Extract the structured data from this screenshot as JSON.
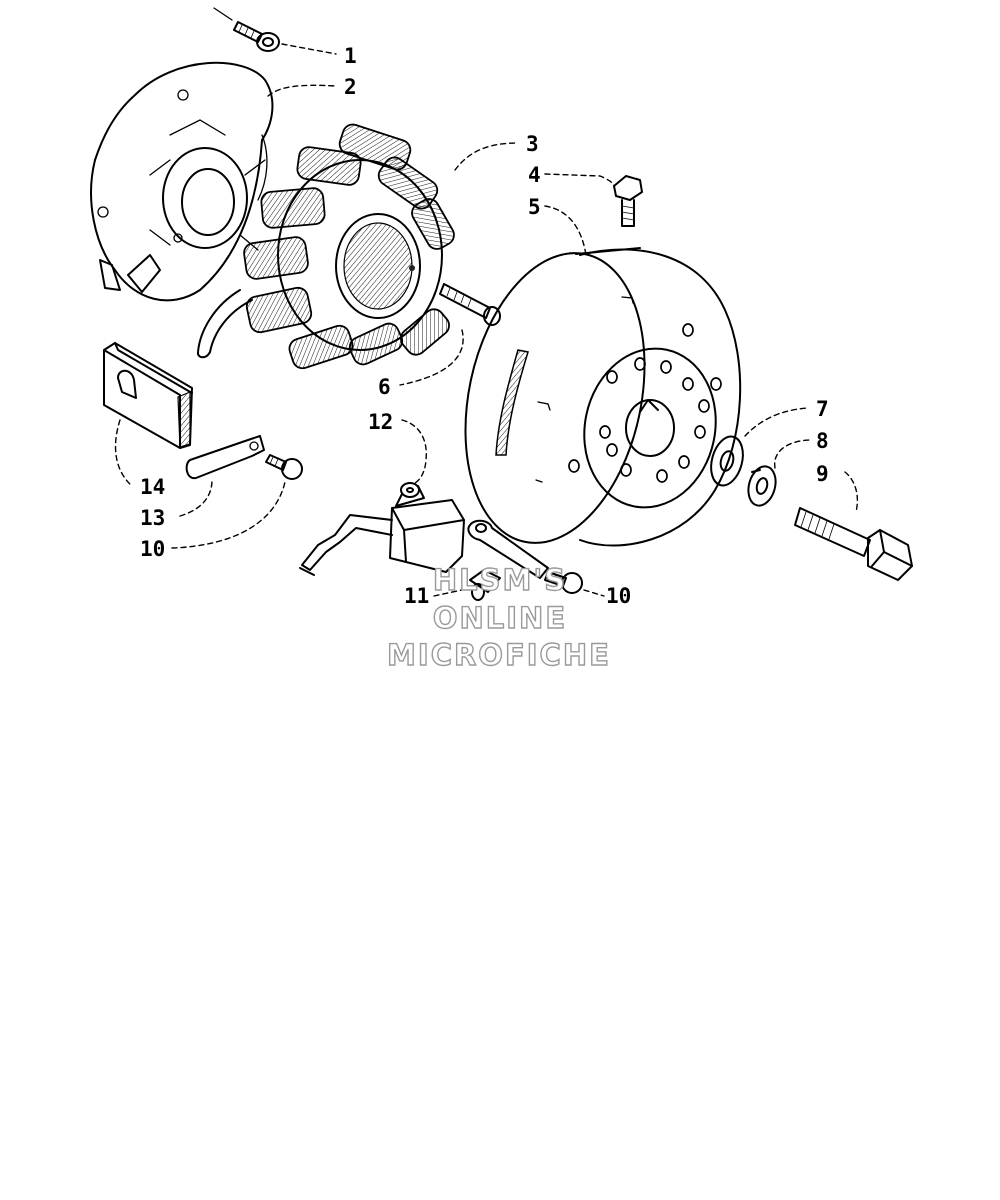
{
  "callouts": {
    "c1": "1",
    "c2": "2",
    "c3": "3",
    "c4": "4",
    "c5": "5",
    "c6": "6",
    "c7": "7",
    "c8": "8",
    "c9": "9",
    "c10a": "10",
    "c10b": "10",
    "c11": "11",
    "c12": "12",
    "c13": "13",
    "c14": "14"
  },
  "watermark": {
    "line1": "HLSM'S",
    "line2": "ONLINE",
    "line3": "MICROFICHE",
    "color": "#9a9a9a"
  }
}
